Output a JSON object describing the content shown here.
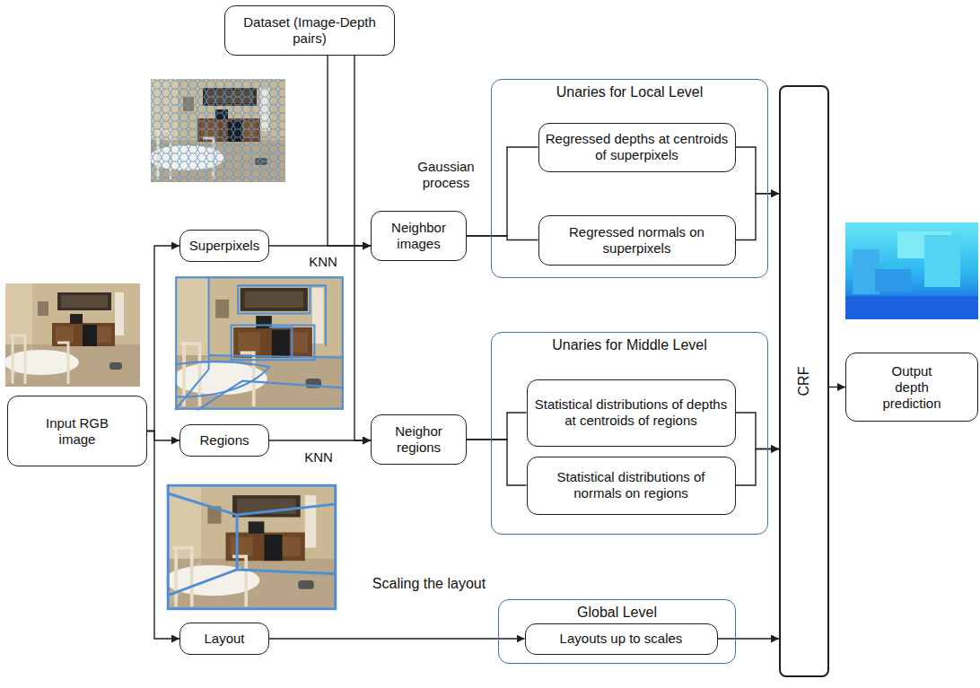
{
  "diagram": {
    "nodes": [
      {
        "text": [
          "Dataset (Image-Depth pairs)"
        ]
      },
      {
        "text": [
          "Input RGB image"
        ]
      },
      {
        "text": [
          "Superpixels"
        ]
      },
      {
        "text": [
          "Regions"
        ]
      },
      {
        "text": [
          "Layout"
        ]
      },
      {
        "text": [
          "Neighbor images"
        ]
      },
      {
        "text": [
          "Neighor regions"
        ]
      },
      {
        "text": [
          "Unaries for Local Level"
        ]
      },
      {
        "text": [
          "Regressed depths at centroids of superpixels"
        ],
        "in": 7
      },
      {
        "text": [
          "Regressed normals on superpixels"
        ],
        "in": 7
      },
      {
        "text": [
          "Unaries for Middle Level"
        ]
      },
      {
        "text": [
          "Statistical distributions of depths at centroids of regions"
        ],
        "in": 10
      },
      {
        "text": [
          "Statistical distributions of normals on regions"
        ],
        "in": 10
      },
      {
        "text": [
          "Global Level"
        ]
      },
      {
        "text": [
          "Layouts up to scales"
        ],
        "in": 13
      },
      {
        "text": [
          "CRF"
        ]
      },
      {
        "text": [
          "Output depth prediction"
        ]
      }
    ],
    "edges": [
      {
        "from": 1,
        "to": 2,
        "arrow": "to"
      },
      {
        "from": 1,
        "to": 3,
        "arrow": "to"
      },
      {
        "from": 1,
        "to": 4,
        "arrow": "to"
      },
      {
        "from": 2,
        "to": 5,
        "label": "KNN",
        "arrow": "to"
      },
      {
        "from": 0,
        "to": 5,
        "arrow": "to"
      },
      {
        "from": 3,
        "to": 6,
        "label": "KNN",
        "arrow": "to"
      },
      {
        "from": 0,
        "to": 6,
        "arrow": "to"
      },
      {
        "from": 5,
        "to": 8,
        "label": "Gaussian process",
        "arrow": "none"
      },
      {
        "from": 5,
        "to": 9,
        "arrow": "none"
      },
      {
        "from": 6,
        "to": 11,
        "arrow": "none"
      },
      {
        "from": 6,
        "to": 12,
        "arrow": "none"
      },
      {
        "from": 8,
        "to": 15,
        "arrow": "to"
      },
      {
        "from": 9,
        "to": 15,
        "arrow": "to"
      },
      {
        "from": 11,
        "to": 15,
        "arrow": "to"
      },
      {
        "from": 12,
        "to": 15,
        "arrow": "to"
      },
      {
        "from": 14,
        "to": 15,
        "arrow": "to"
      },
      {
        "from": 15,
        "to": 16,
        "arrow": "to"
      },
      {
        "from": 4,
        "to": 14,
        "label": "Scaling the layout",
        "arrow": "to"
      }
    ]
  }
}
